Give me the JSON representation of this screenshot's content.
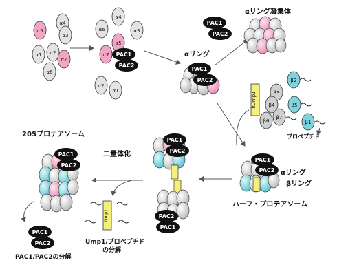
{
  "alpha_subunits": [
    "α5",
    "α4",
    "α3",
    "α1",
    "α2",
    "α7",
    "α6"
  ],
  "chaperones": {
    "pac1": "PAC1",
    "pac2": "PAC2",
    "ump1": "hUmp1",
    "ump1_small": "Ump1"
  },
  "beta_subunits": [
    "β2",
    "β3",
    "β4",
    "β5",
    "β6",
    "β7",
    "β1"
  ],
  "labels": {
    "alpha_ring": "αリング",
    "alpha_ring_aggregate": "αリング凝集体",
    "propeptide": "プロペプチド",
    "alpha_ring_stacked": "αリング",
    "beta_ring_stacked": "βリング",
    "half_proteasome": "ハーフ・プロテアソーム",
    "dimerization": "二量体化",
    "proteasome_20s": "20Sプロテアソーム",
    "ump1_degradation_1": "Ump1/プロペプチド",
    "ump1_degradation_2": "の分解",
    "pac_degradation": "PAC1/PAC2の分解"
  },
  "colors": {
    "pink": "#f2a6c6",
    "cyan": "#7fd3dc",
    "grey": "#d4d4d4",
    "dark": "#111111",
    "yellow": "#f5f07a"
  }
}
